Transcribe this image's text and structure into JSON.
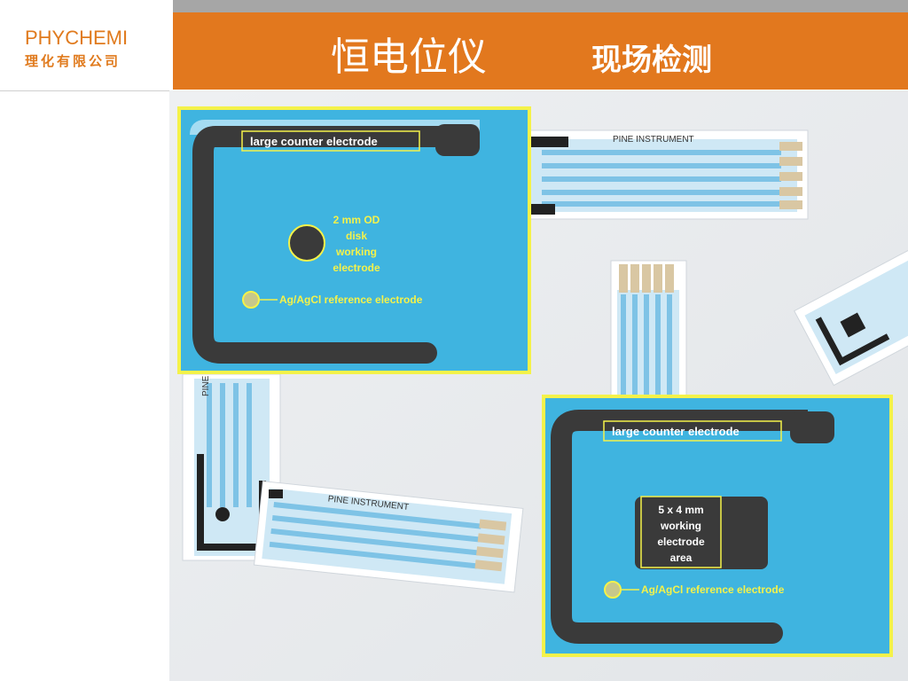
{
  "logo": {
    "en": "PHYCHEMI",
    "cn": "理化有限公司"
  },
  "title": {
    "main": "恒电位仪",
    "sub": "现场检测"
  },
  "strips": {
    "label_1": "PINE INSTRUMENT",
    "label_2": "PINE INSTRUMENT",
    "label_3": "PINE"
  },
  "inset_1": {
    "counter": "large counter electrode",
    "working": [
      "2 mm OD",
      "disk",
      "working",
      "electrode"
    ],
    "reference": "Ag/AgCl reference electrode"
  },
  "inset_2": {
    "counter": "large counter electrode",
    "working": [
      "5 x 4 mm",
      "working",
      "electrode",
      "area"
    ],
    "reference": "Ag/AgCl reference electrode"
  },
  "colors": {
    "accent": "#e2781e",
    "sensor": "#3fb4e0",
    "highlight": "#f4f24a",
    "electrode": "#3a3a3a"
  }
}
